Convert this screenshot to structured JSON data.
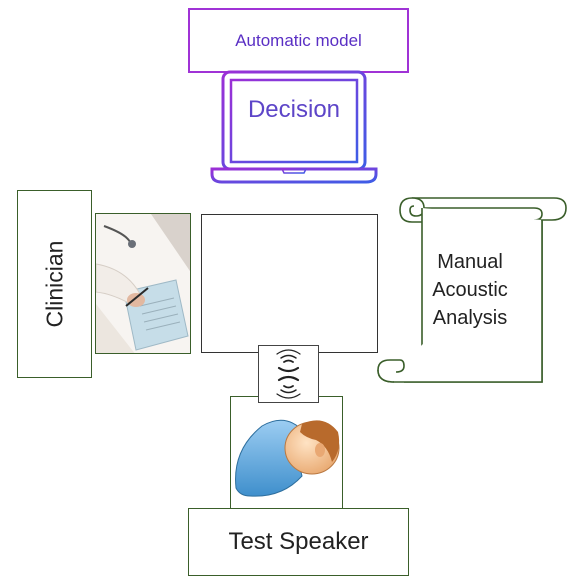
{
  "automatic_model": {
    "label": "Automatic model"
  },
  "laptop": {
    "screen_text": "Decision"
  },
  "clinician": {
    "label": "Clinician"
  },
  "manual_analysis": {
    "lines": [
      "Manual",
      "Acoustic",
      "Analysis"
    ]
  },
  "test_speaker": {
    "label": "Test Speaker"
  },
  "colors": {
    "model_border": "#a033d6",
    "model_text": "#5a2fc4",
    "laptop_gradient_start": "#9b2fd6",
    "laptop_gradient_end": "#3d5de6",
    "box_border": "#3a5e2a",
    "waveform_start": "#3040b0",
    "waveform_end": "#b040c0"
  },
  "icons": [
    "laptop-icon",
    "clinician-photo",
    "waveform-icon",
    "sound-wave-icon",
    "speaker-head-icon",
    "scroll-icon"
  ]
}
